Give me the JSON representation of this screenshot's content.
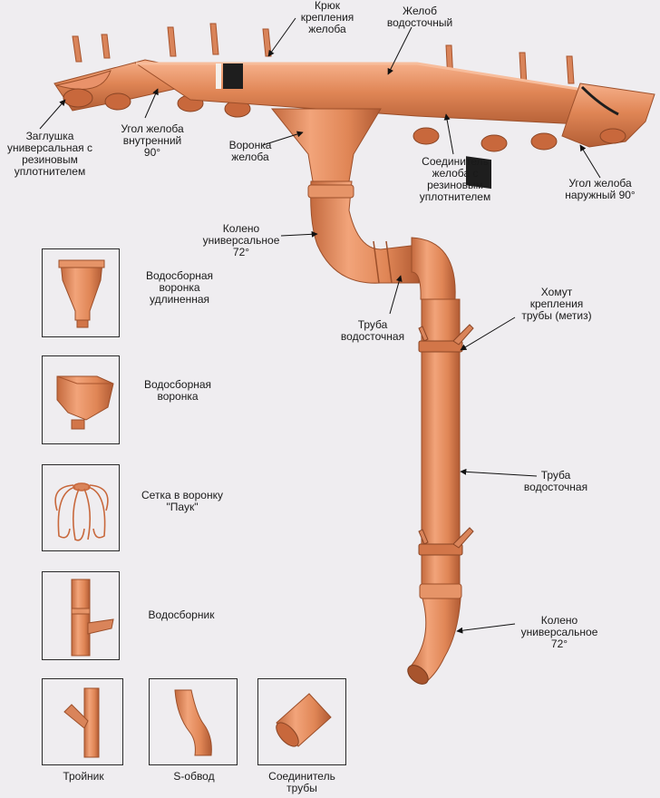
{
  "colors": {
    "copper_light": "#f2a277",
    "copper_mid": "#dc7d4f",
    "copper_dark": "#a8542d",
    "rubber": "#1e1e1e",
    "background": "#efedf0"
  },
  "labels": {
    "hook": "Крюк\nкрепления\nжелоба",
    "gutter": "Желоб\nводосточный",
    "end_cap": "Заглушка\nуниверсальная с\nрезиновым\nуплотнителем",
    "inner_corner": "Угол желоба\nвнутренний\n90°",
    "funnel": "Воронка\nжелоба",
    "gutter_connector": "Соединитель\nжелоба с\nрезиновым\nуплотнителем",
    "outer_corner": "Угол желоба\nнаружный 90°",
    "elbow_top": "Колено\nуниверсальное\n72°",
    "pipe_top": "Труба\nводосточная",
    "clamp": "Хомут\nкрепления\nтрубы (метиз)",
    "pipe_main": "Труба\nводосточная",
    "elbow_bottom": "Колено\nуниверсальное\n72°"
  },
  "catalog": {
    "long_funnel": "Водосборная\nворонка\nудлиненная",
    "funnel": "Водосборная\nворонка",
    "spider_net": "Сетка в воронку\n\"Паук\"",
    "collector": "Водосборник",
    "tee": "Тройник",
    "s_bend": "S-обвод",
    "pipe_connector": "Соединитель\nтрубы"
  }
}
